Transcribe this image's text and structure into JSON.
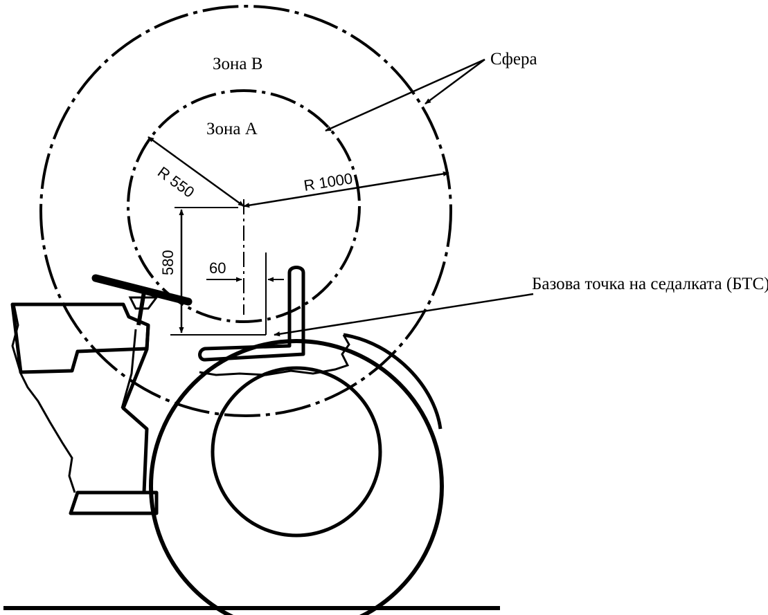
{
  "labels": {
    "zone_b": "Зона B",
    "zone_a": "Зона A",
    "sphere": "Сфера",
    "sip": "Базова точка на седалката (БТС)",
    "r_outer": "R 1000",
    "r_inner": "R 550",
    "dim_580": "580",
    "dim_60": "60"
  },
  "colors": {
    "ink": "#000000",
    "paper": "#ffffff"
  }
}
